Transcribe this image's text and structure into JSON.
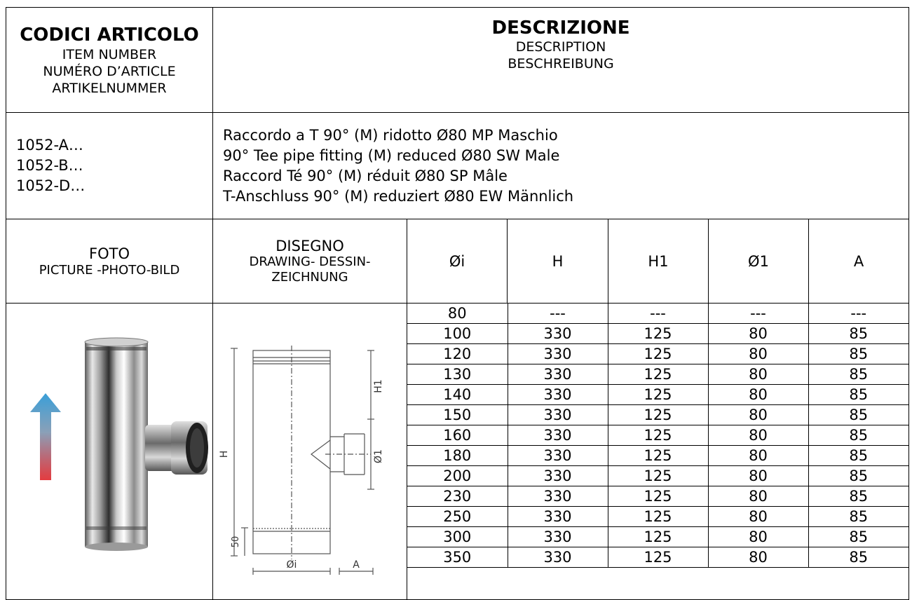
{
  "header": {
    "codes_title": "CODICI ARTICOLO",
    "codes_lines": [
      "ITEM NUMBER",
      "NUMÉRO D’ARTICLE",
      "ARTIKELNUMMER"
    ],
    "desc_title": "DESCRIZIONE",
    "desc_lines": [
      "DESCRIPTION",
      "BESCHREIBUNG"
    ]
  },
  "item": {
    "codes": [
      "1052-A…",
      "1052-B…",
      "1052-D…"
    ],
    "descriptions": [
      "Raccordo a T 90° (M) ridotto Ø80 MP Maschio",
      "90° Tee pipe fitting (M) reduced Ø80 SW Male",
      "Raccord Té 90° (M) réduit Ø80 SP Mâle",
      "T-Anschluss 90° (M) reduziert Ø80 EW Männlich"
    ]
  },
  "columns": {
    "foto_title": "FOTO",
    "foto_sub": "PICTURE -PHOTO-BILD",
    "drawing_title": "DISEGNO",
    "drawing_sub1": "DRAWING- DESSIN-",
    "drawing_sub2": "ZEICHNUNG",
    "dims": [
      "Øi",
      "H",
      "H1",
      "Ø1",
      "A"
    ]
  },
  "drawing_labels": {
    "h": "H",
    "h1": "H1",
    "d1": "Ø1",
    "fifty": "50",
    "di": "Øi",
    "a": "A"
  },
  "rows": [
    [
      "80",
      "---",
      "---",
      "---",
      "---"
    ],
    [
      "100",
      "330",
      "125",
      "80",
      "85"
    ],
    [
      "120",
      "330",
      "125",
      "80",
      "85"
    ],
    [
      "130",
      "330",
      "125",
      "80",
      "85"
    ],
    [
      "140",
      "330",
      "125",
      "80",
      "85"
    ],
    [
      "150",
      "330",
      "125",
      "80",
      "85"
    ],
    [
      "160",
      "330",
      "125",
      "80",
      "85"
    ],
    [
      "180",
      "330",
      "125",
      "80",
      "85"
    ],
    [
      "200",
      "330",
      "125",
      "80",
      "85"
    ],
    [
      "230",
      "330",
      "125",
      "80",
      "85"
    ],
    [
      "250",
      "330",
      "125",
      "80",
      "85"
    ],
    [
      "300",
      "330",
      "125",
      "80",
      "85"
    ],
    [
      "350",
      "330",
      "125",
      "80",
      "85"
    ]
  ],
  "colors": {
    "arrow_top": "#3a9fd8",
    "arrow_bottom": "#e0262b"
  }
}
